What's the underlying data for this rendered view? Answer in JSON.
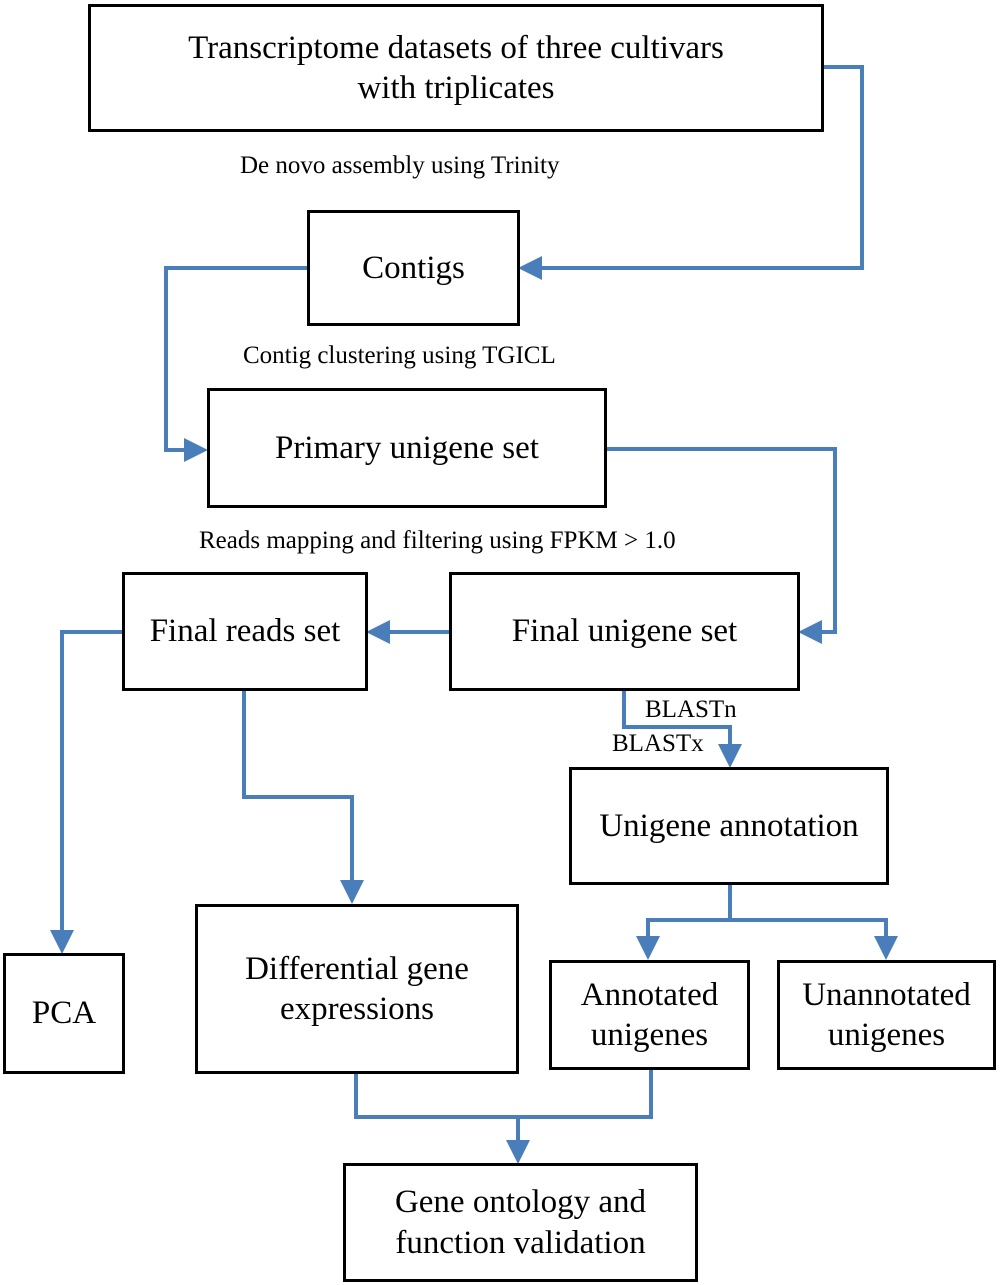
{
  "colors": {
    "connector": "#4a7ebb",
    "border": "#000000",
    "text": "#000000"
  },
  "nodes": {
    "transcriptome": "Transcriptome datasets of three cultivars\nwith triplicates",
    "contigs": "Contigs",
    "primary": "Primary unigene set",
    "final_unigene": "Final unigene set",
    "final_reads": "Final reads set",
    "pca": "PCA",
    "differential": "Differential gene\nexpressions",
    "annotation": "Unigene annotation",
    "annotated": "Annotated\nunigenes",
    "unannotated": "Unannotated\nunigenes",
    "ontology": "Gene ontology and\nfunction validation"
  },
  "edge_labels": {
    "trinity": "De novo assembly using Trinity",
    "tgicl": "Contig clustering using TGICL",
    "fpkm": "Reads mapping and filtering using FPKM > 1.0",
    "blastn": "BLASTn",
    "blastx": "BLASTx"
  }
}
